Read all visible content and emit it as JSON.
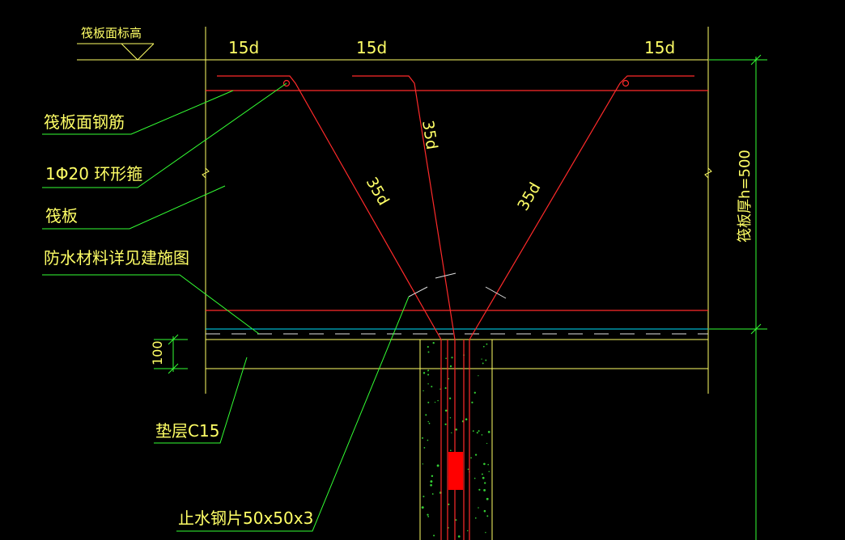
{
  "colors": {
    "background": "#000000",
    "slab_outline": "#ffff66",
    "rebar": "#ff2a2a",
    "leader": "#33ff33",
    "label": "#ffff66",
    "waterproof_line": "#00e5ff",
    "dash_line": "#e0e0e0",
    "aggregate_dot": "#33cc33",
    "stop_plate": "#ff0000"
  },
  "labels": {
    "slab_top_elevation": "筏板面标高",
    "slab_top_rebar": "筏板面钢筋",
    "ring_stirrup": "1Φ20 环形箍",
    "raft_slab": "筏板",
    "waterproof_material": "防水材料详见建施图",
    "cushion": "垫层C15",
    "stop_plate": "止水钢片50x50x3"
  },
  "dimensions": {
    "anchor_left": "15d",
    "anchor_mid": "15d",
    "anchor_right": "15d",
    "bend_left": "35d",
    "bend_mid": "35d",
    "bend_right": "35d",
    "cushion_thickness": "100",
    "slab_thickness": "筏板厚h=500"
  }
}
